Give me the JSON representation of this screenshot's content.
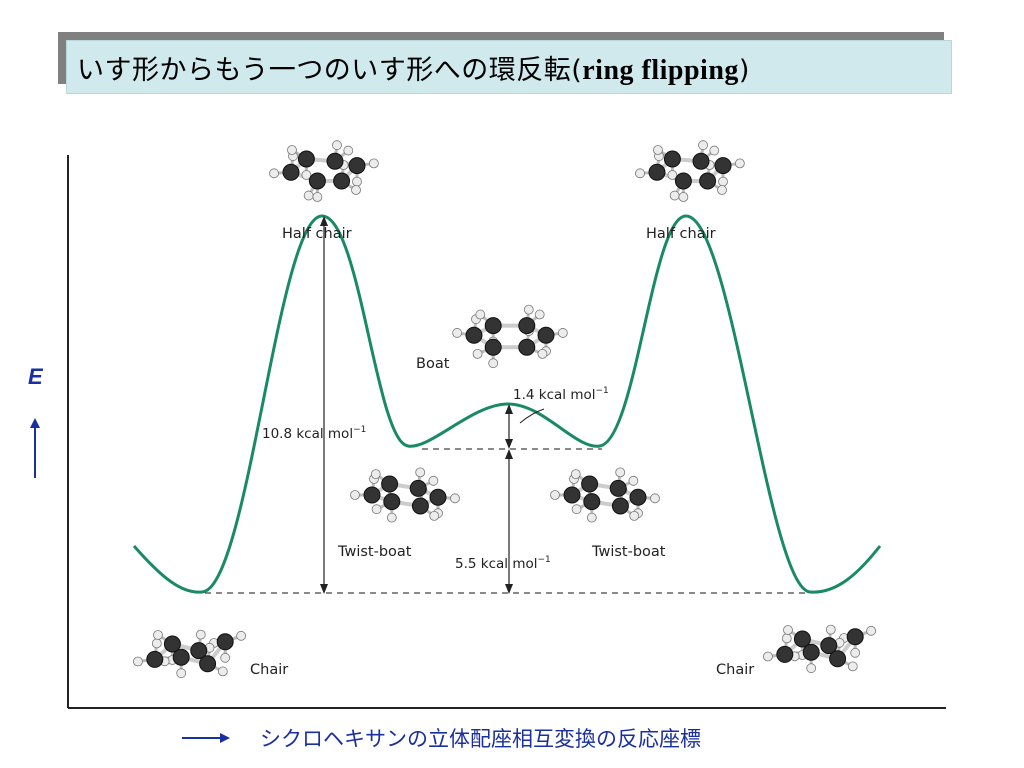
{
  "title": {
    "text_jp": "いす形からもう一つのいす形への環反転(",
    "text_en": "ring flipping",
    "text_close": ")"
  },
  "y_axis_label": "E",
  "x_axis_label": "シクロヘキサンの立体配座相互変換の反応座標",
  "diagram": {
    "labels": {
      "half_chair_left": "Half chair",
      "half_chair_right": "Half chair",
      "boat": "Boat",
      "twist_boat_left": "Twist-boat",
      "twist_boat_right": "Twist-boat",
      "chair_left": "Chair",
      "chair_right": "Chair"
    },
    "energies": {
      "half_chair": "10.8 kcal mol",
      "twist_boat": "5.5 kcal mol",
      "boat_over_twist": "1.4 kcal mol",
      "unit_superscript": "−1"
    },
    "colors": {
      "curve": "#1a8a63",
      "axis_label": "#1a2fa0",
      "carbon": "#333333",
      "hydrogen": "#ececec"
    }
  }
}
